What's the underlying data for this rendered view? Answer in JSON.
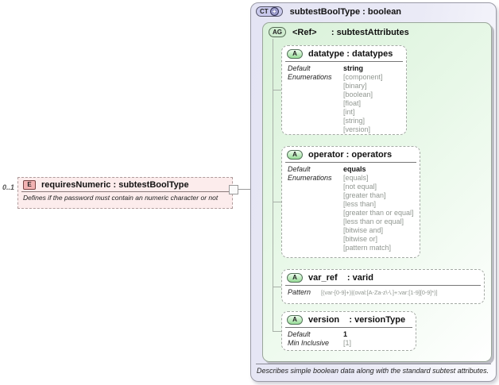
{
  "colors": {
    "complex_type_fill": "#e4e4f4",
    "attribute_group_fill": "#d9f1d9",
    "attribute_badge_green": "#98dc98",
    "element_fill": "#fcecec",
    "element_badge_pink": "#f2b2b2"
  },
  "icons": {
    "plus": "+"
  },
  "element": {
    "badge": "E",
    "cardinality": "0..1",
    "title": "requiresNumeric : subtestBoolType",
    "annotation": "Defines if the password must contain an numeric character or not"
  },
  "complex_type": {
    "badge": "CT",
    "title": "subtestBoolType : boolean",
    "footer_annotation": "Describes simple boolean data along with the standard subtest attributes.",
    "attribute_group": {
      "badge": "AG",
      "title": "<Ref>      : subtestAttributes",
      "attributes": {
        "datatype": {
          "badge": "A",
          "title": "datatype : datatypes",
          "default_label": "Default",
          "default_value": "string",
          "enumerations_label": "Enumerations",
          "enumerations": "[component]\n[binary]\n[boolean]\n[float]\n[int]\n[string]\n[version]"
        },
        "operator": {
          "badge": "A",
          "title": "operator : operators",
          "default_label": "Default",
          "default_value": "equals",
          "enumerations_label": "Enumerations",
          "enumerations": "[equals]\n[not equal]\n[greater than]\n[less than]\n[greater than or equal]\n[less than or equal]\n[bitwise and]\n[bitwise or]\n[pattern match]"
        },
        "var_ref": {
          "badge": "A",
          "title": "var_ref    : varid",
          "pattern_label": "Pattern",
          "pattern_value": "[(var-[0-9]+)|(oval:[A-Za-z\\-\\.]+:var:[1-9][0-9]*)]"
        },
        "version": {
          "badge": "A",
          "title": "version    : versionType",
          "default_label": "Default",
          "default_value": "1",
          "min_inclusive_label": "Min Inclusive",
          "min_inclusive_value": "[1]"
        }
      }
    }
  }
}
